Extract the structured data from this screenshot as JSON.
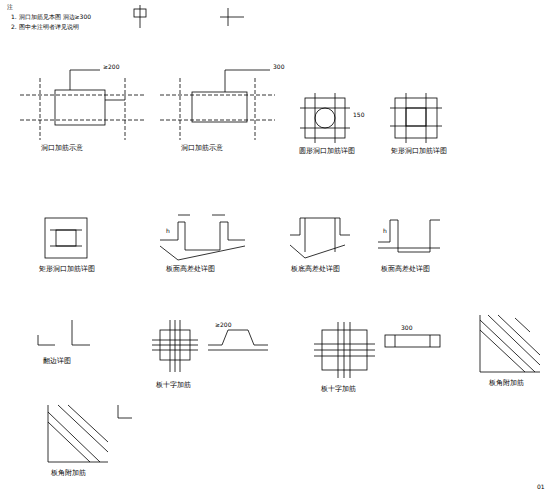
{
  "diagram": {
    "labels": [
      "注",
      "1. 洞口加筋见本图 洞边≥300",
      "2. 图中未注明者详见说明",
      "洞口加筋示意",
      "洞口加筋示意",
      "圆形洞口加筋详图",
      "矩形洞口加筋详图",
      "矩形洞口加筋详图",
      "板面高差处详图",
      "板底高差处详图",
      "板面高差处详图",
      "翻边详图",
      "板十字加筋",
      "板十字加筋",
      "板角附加筋",
      "板角附加筋",
      "≥200",
      "300",
      "150",
      "h",
      "h",
      "≥200",
      "300",
      "01"
    ]
  }
}
